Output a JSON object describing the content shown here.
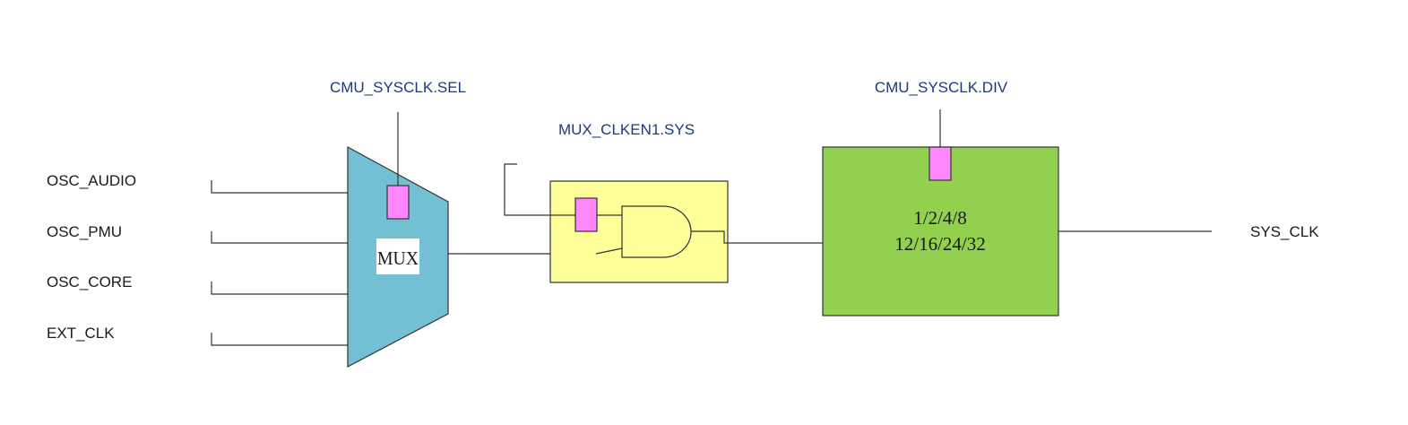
{
  "inputs": [
    "OSC_AUDIO",
    "OSC_PMU",
    "OSC_CORE",
    "EXT_CLK"
  ],
  "mux": {
    "label": "MUX",
    "select_register": "CMU_SYSCLK.SEL"
  },
  "gate": {
    "enable_register": "MUX_CLKEN1.SYS"
  },
  "divider": {
    "register": "CMU_SYSCLK.DIV",
    "ratios_line1": "1/2/4/8",
    "ratios_line2": "12/16/24/32"
  },
  "output": "SYS_CLK",
  "colors": {
    "mux_fill": "#73bfd3",
    "gate_fill": "#ffff99",
    "divider_fill": "#92d050",
    "register_bit": "#ff88ff",
    "register_label": "#1f3a7a"
  }
}
